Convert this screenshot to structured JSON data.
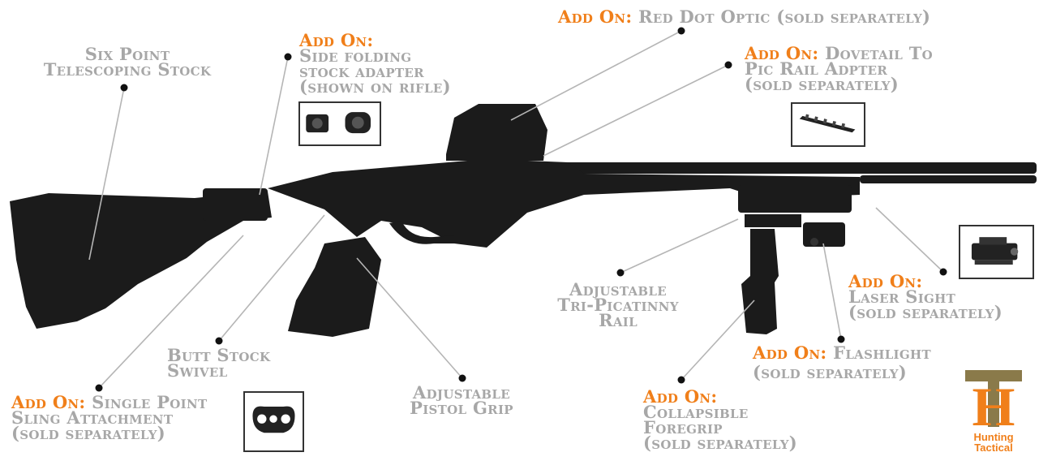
{
  "addon_label": "Add On:",
  "labels": {
    "six_point_stock": [
      "Six Point",
      "Telescoping Stock"
    ],
    "side_folding": {
      "addon": "Add On:",
      "lines": [
        "Side folding",
        "stock adapter",
        "(shown on rifle)"
      ]
    },
    "red_dot": {
      "addon": "Add On:",
      "text": "Red Dot Optic (sold separately)"
    },
    "dovetail": {
      "addon": "Add On:",
      "first": "Dovetail To",
      "lines": [
        "Pic Rail Adpter",
        "(sold separately)"
      ]
    },
    "tri_picatinny": [
      "Adjustable",
      "Tri-Picatinny",
      "Rail"
    ],
    "laser": {
      "addon": "Add On:",
      "lines": [
        "Laser Sight",
        "(sold separately)"
      ]
    },
    "flashlight": {
      "addon": "Add On:",
      "first": "Flashlight",
      "lines": [
        "(sold separately)"
      ]
    },
    "butt_swivel": [
      "Butt Stock",
      "Swivel"
    ],
    "pistol_grip": [
      "Adjustable",
      "Pistol Grip"
    ],
    "sling": {
      "addon": "Add On:",
      "first": "Single Point",
      "lines": [
        "Sling Attachment",
        "(sold separately)"
      ]
    },
    "foregrip": {
      "addon": "Add On:",
      "lines": [
        "Collapsible",
        "Foregrip",
        "(sold separately)"
      ]
    }
  },
  "logo": {
    "monogram": "H",
    "line1": "Hunting",
    "line2": "Tactical"
  },
  "colors": {
    "accent": "#f07f1a",
    "label": "#a7a7a7",
    "leader": "#b5b5b5",
    "rifle": "#1b1b1b"
  }
}
